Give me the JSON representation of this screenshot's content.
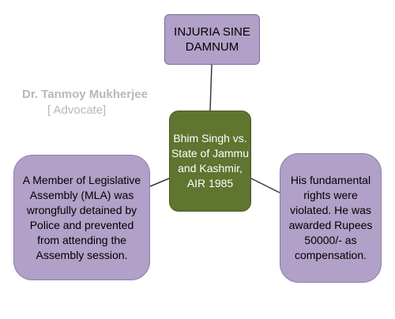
{
  "diagram": {
    "top_node": "INJURIA SINE DAMNUM",
    "center_node": "Bhim Singh vs. State of Jammu and Kashmir, AIR 1985",
    "left_node": "A Member of Legislative Assembly (MLA) was wrongfully detained by Police and prevented from attending the Assembly session.",
    "right_node": "His fundamental rights were violated. He was awarded Rupees 50000/- as compensation."
  },
  "watermark": {
    "line1": "Dr. Tanmoy Mukherjee",
    "line2": "[ Advocate]"
  },
  "colors": {
    "node_purple": "#b1a0c7",
    "node_green": "#5f7530",
    "connector": "#3a3a3a",
    "watermark_gray": "#b8b8b8"
  }
}
